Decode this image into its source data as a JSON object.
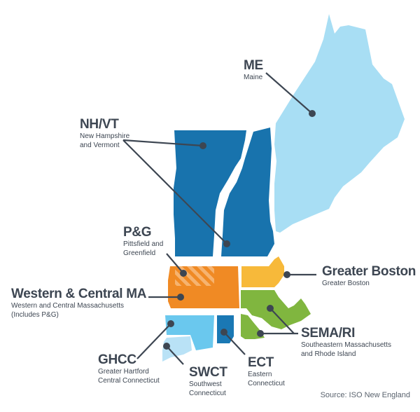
{
  "colors": {
    "me": "#a8def4",
    "nhvt": "#1873ad",
    "wcma": "#f08a24",
    "pg_hatch": "#f6b36f",
    "gb": "#f7b93a",
    "semari": "#80b63f",
    "ghcc": "#6ac8ee",
    "ect": "#1a78b4",
    "swct": "#b9e2f6",
    "text": "#3d4652",
    "leader": "#3d4652"
  },
  "zones": {
    "me": {
      "code": "ME",
      "name": "Maine"
    },
    "nhvt": {
      "code": "NH/VT",
      "name_lines": [
        "New Hampshire",
        "and Vermont"
      ]
    },
    "pg": {
      "code": "P&G",
      "name_lines": [
        "Pittsfield and",
        "Greenfield"
      ]
    },
    "wcma": {
      "code": "Western & Central MA",
      "name_lines": [
        "Western and Central Massachusetts",
        "(Includes P&G)"
      ]
    },
    "gb": {
      "code": "Greater Boston",
      "name": "Greater Boston"
    },
    "semari": {
      "code": "SEMA/RI",
      "name_lines": [
        "Southeastern Massachusetts",
        "and Rhode Island"
      ]
    },
    "ghcc": {
      "code": "GHCC",
      "name_lines": [
        "Greater Hartford",
        "Central Connecticut"
      ]
    },
    "swct": {
      "code": "SWCT",
      "name_lines": [
        "Southwest",
        "Connecticut"
      ]
    },
    "ect": {
      "code": "ECT",
      "name_lines": [
        "Eastern",
        "Connecticut"
      ]
    }
  },
  "source": "Source: ISO New England"
}
